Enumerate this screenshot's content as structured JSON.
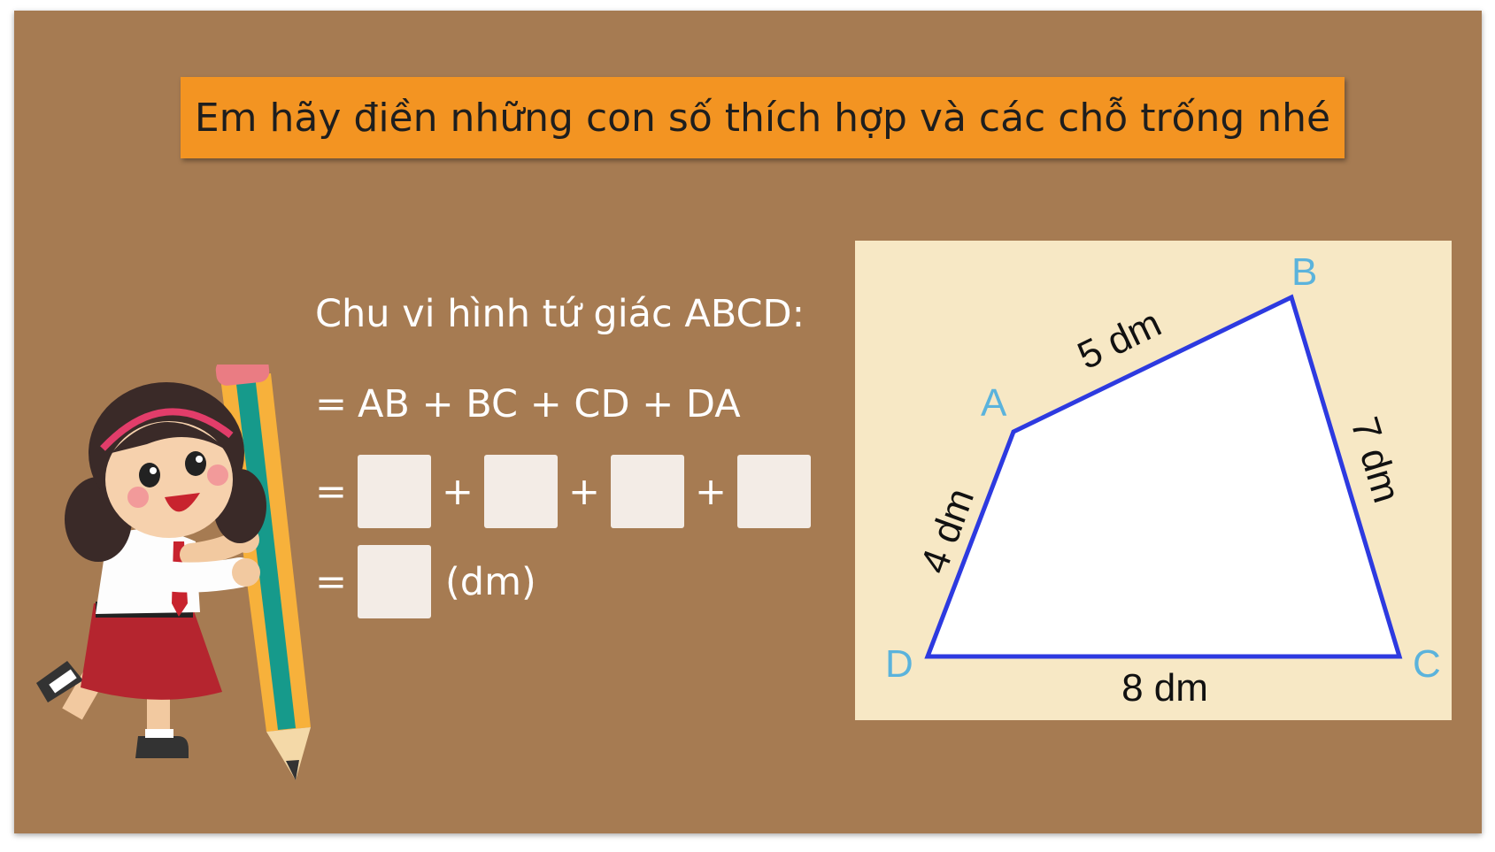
{
  "title": "Em hãy điền những con số thích hợp và các chỗ trống nhé",
  "problem": {
    "heading": "Chu vi hình tứ giác ABCD:",
    "line1_eq": "=",
    "line1_expr": "AB + BC + CD + DA",
    "line2_eq": "=",
    "plus": "+",
    "line3_eq": "=",
    "unit": "(dm)"
  },
  "figure": {
    "vertices": {
      "A": "A",
      "B": "B",
      "C": "C",
      "D": "D"
    },
    "sides": {
      "AB": "5 dm",
      "BC": "7 dm",
      "CD": "8 dm",
      "DA": "4 dm"
    },
    "colors": {
      "edge": "#2d3ae0",
      "vertex_label": "#5bb3dc",
      "panel": "#f7e8c5"
    }
  },
  "colors": {
    "background": "#a67b52",
    "banner": "#f39422",
    "answer_box": "#f3ece6"
  }
}
